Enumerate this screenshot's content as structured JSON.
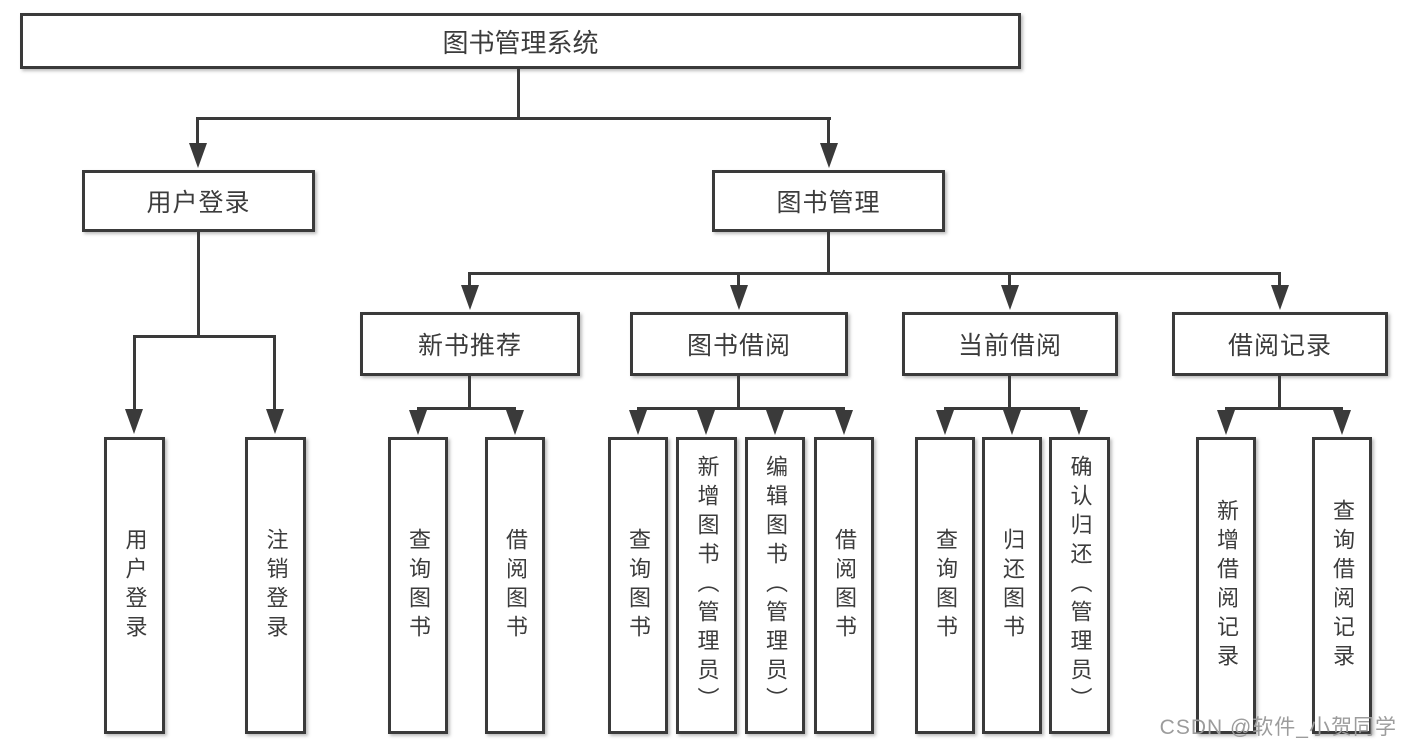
{
  "nodes": {
    "root": {
      "label": "图书管理系统"
    },
    "level2": [
      {
        "label": "用户登录"
      },
      {
        "label": "图书管理"
      }
    ],
    "user_login_children": [
      {
        "label": "用户登录"
      },
      {
        "label": "注销登录"
      }
    ],
    "level3": [
      {
        "label": "新书推荐"
      },
      {
        "label": "图书借阅"
      },
      {
        "label": "当前借阅"
      },
      {
        "label": "借阅记录"
      }
    ],
    "new_book_children": [
      {
        "label": "查询图书"
      },
      {
        "label": "借阅图书"
      }
    ],
    "book_borrow_children": [
      {
        "label": "查询图书"
      },
      {
        "label": "新增图书（管理员）"
      },
      {
        "label": "编辑图书（管理员）"
      },
      {
        "label": "借阅图书"
      }
    ],
    "current_borrow_children": [
      {
        "label": "查询图书"
      },
      {
        "label": "归还图书"
      },
      {
        "label": "确认归还（管理员）"
      }
    ],
    "borrow_record_children": [
      {
        "label": "新增借阅记录"
      },
      {
        "label": "查询借阅记录"
      }
    ]
  },
  "watermark": {
    "text": "CSDN @软件_小贺同学"
  },
  "colors": {
    "line": "#3a3a3a",
    "text": "#3c3c3c",
    "background": "#ffffff",
    "watermark": "#9c9c9c"
  }
}
